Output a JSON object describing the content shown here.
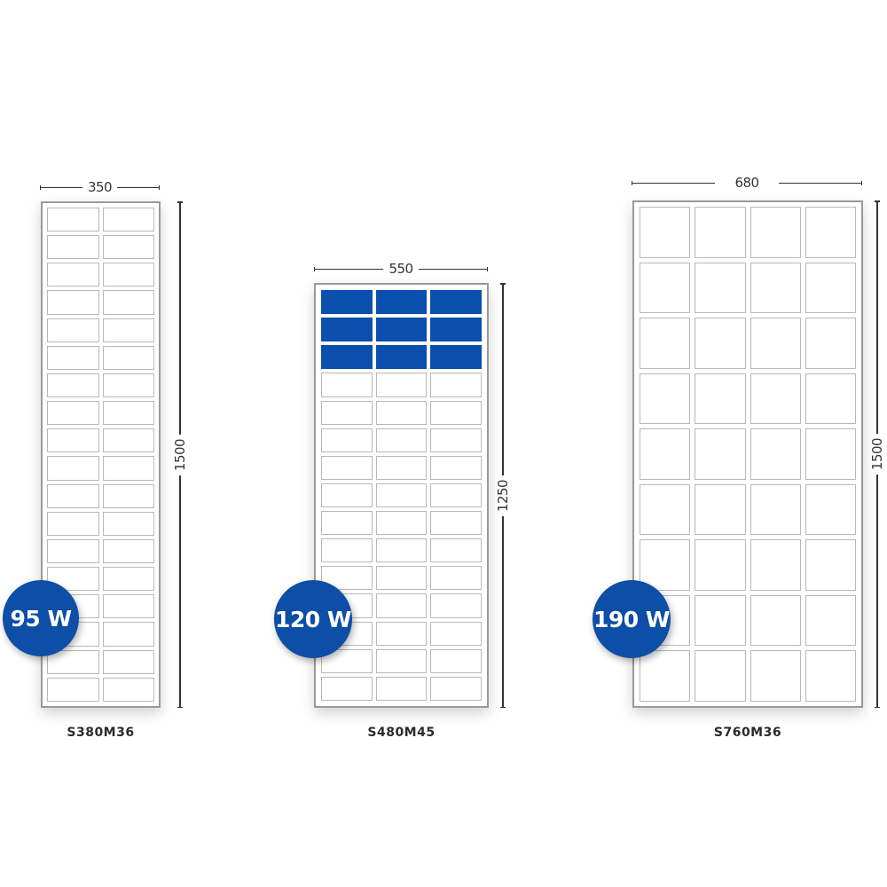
{
  "panels": [
    {
      "model": "S380M36",
      "power": "95 W",
      "width_label": "350",
      "height_label": "1500",
      "columns": 2,
      "rows": 18,
      "highlighted_rows": 0
    },
    {
      "model": "S480M45",
      "power": "120 W",
      "width_label": "550",
      "height_label": "1250",
      "columns": 3,
      "rows": 15,
      "highlighted_rows": 3
    },
    {
      "model": "S760M36",
      "power": "190 W",
      "width_label": "680",
      "height_label": "1500",
      "columns": 4,
      "rows": 9,
      "highlighted_rows": 0
    }
  ],
  "colors": {
    "accent_blue": "#0b4fae",
    "badge_blue": "#0d4ea6",
    "frame_gray": "#9a9a9a",
    "cell_border": "#b8b8b8"
  }
}
